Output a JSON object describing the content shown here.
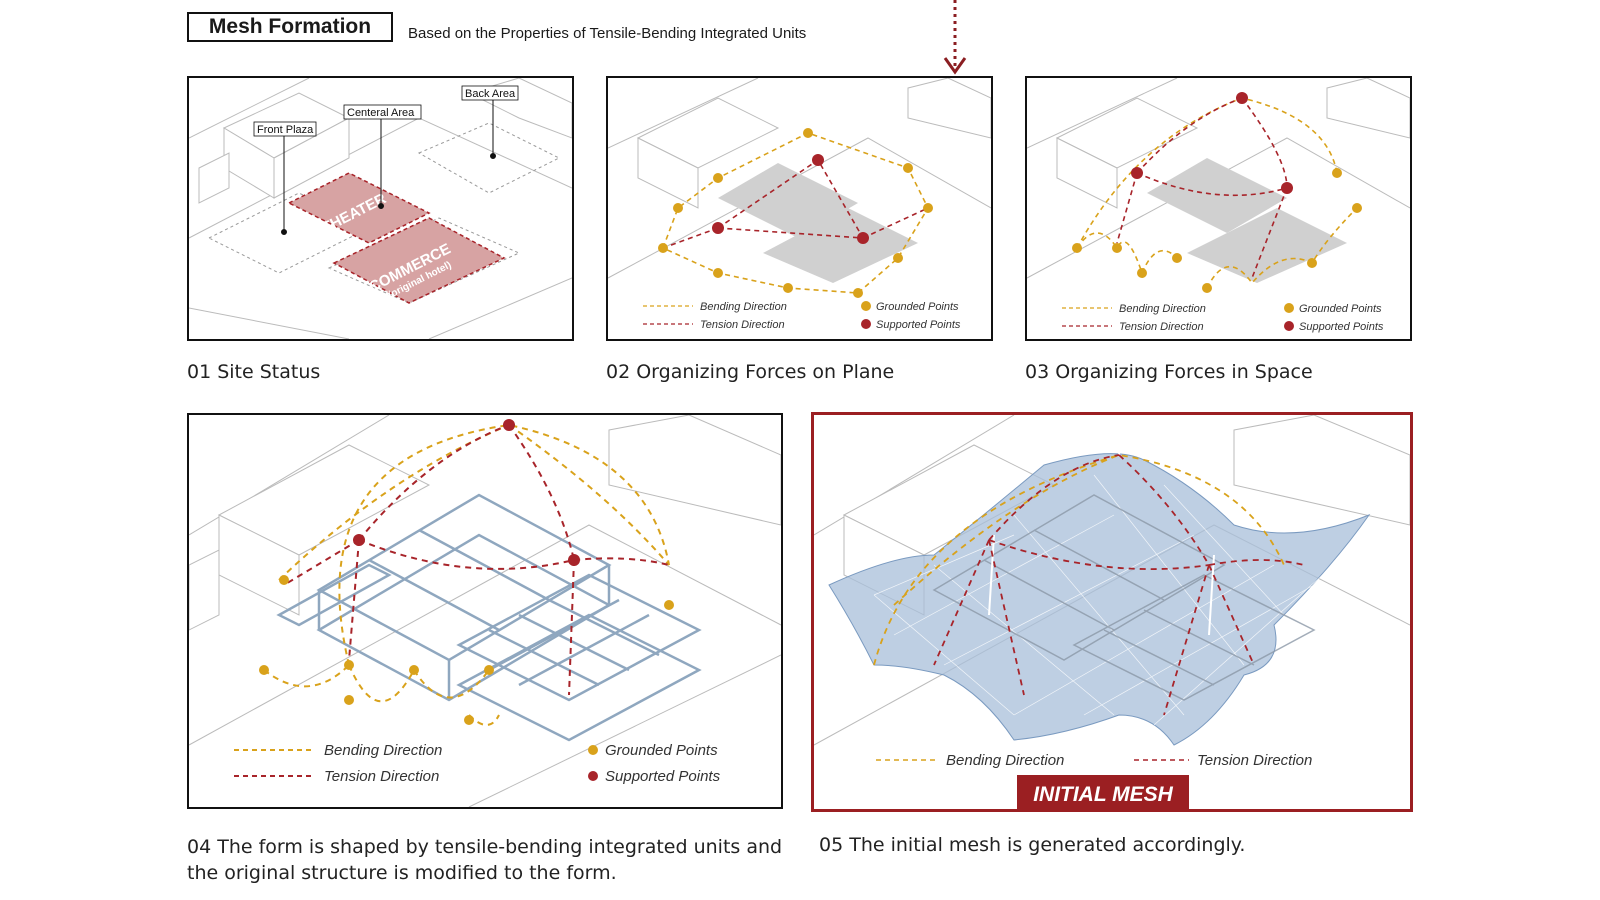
{
  "header": {
    "title": "Mesh Formation",
    "subtitle": "Based on the Properties of Tensile-Bending Integrated Units"
  },
  "legend": {
    "bending": "Bending Direction",
    "tension": "Tension Direction",
    "grounded": "Grounded Points",
    "supported": "Supported Points"
  },
  "panel1": {
    "caption": "01 Site Status",
    "labels": {
      "front_plaza": "Front Plaza",
      "central_area": "Centeral Area",
      "back_area": "Back Area"
    },
    "blocks": {
      "theater": "THEATER",
      "commerce": "COMMERCE",
      "commerce_sub": "(original hotel)"
    }
  },
  "panel2": {
    "caption": "02 Organizing Forces on Plane"
  },
  "panel3": {
    "caption": "03 Organizing Forces in Space"
  },
  "panel4": {
    "caption": "04 The form is shaped by tensile-bending integrated units and the original structure is modified to the form."
  },
  "panel5": {
    "caption": "05 The initial mesh is generated accordingly.",
    "banner": "INITIAL MESH"
  },
  "colors": {
    "bending": "#d9a21b",
    "tension": "#a8242a",
    "grounded": "#d9a21b",
    "supported": "#a8242a",
    "frame": "#9b1f22"
  }
}
